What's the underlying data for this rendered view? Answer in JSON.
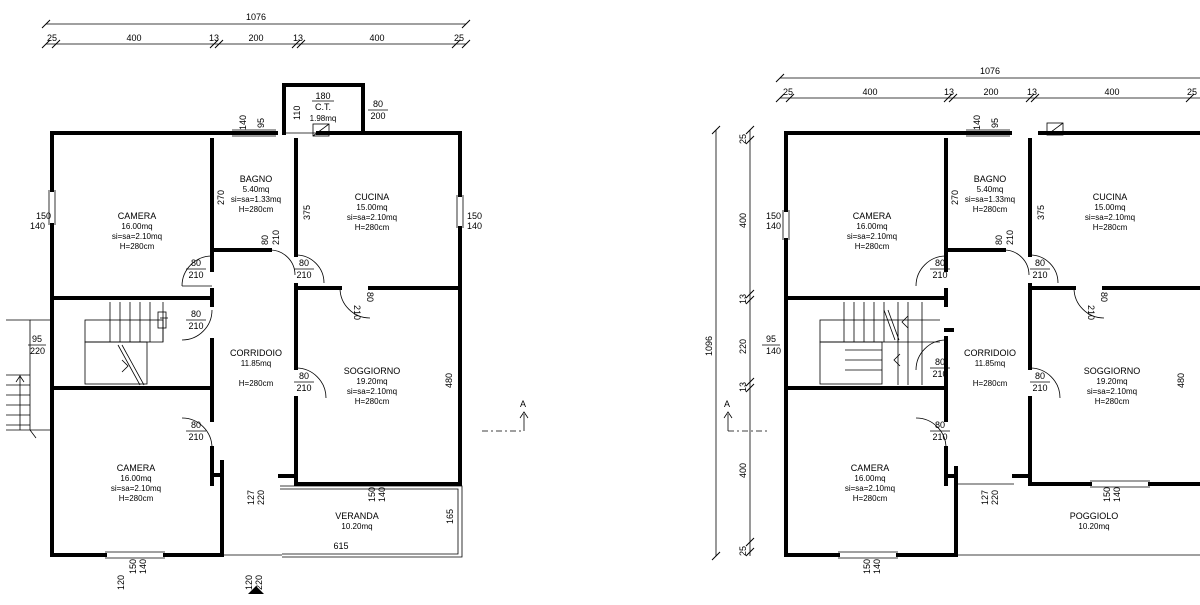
{
  "plans": [
    {
      "id": "ground",
      "top_dims": {
        "total": "1076",
        "segments": [
          "25",
          "400",
          "13",
          "200",
          "13",
          "400",
          "25"
        ]
      },
      "rooms": {
        "camera1": {
          "name": "CAMERA",
          "area": "16.00mq",
          "ratio": "si=sa=2.10mq",
          "height": "H=280cm"
        },
        "bagno": {
          "name": "BAGNO",
          "area": "5.40mq",
          "ratio": "si=sa=1.33mq",
          "height": "H=280cm"
        },
        "cucina": {
          "name": "CUCINA",
          "area": "15.00mq",
          "ratio": "si=sa=2.10mq",
          "height": "H=280cm"
        },
        "ct": {
          "name": "C.T.",
          "area": "1.98mq",
          "top": "180"
        },
        "corridoio": {
          "name": "CORRIDOIO",
          "area": "11.85mq",
          "height": "H=280cm"
        },
        "soggiorno": {
          "name": "SOGGIORNO",
          "area": "19.20mq",
          "ratio": "si=sa=2.10mq",
          "height": "H=280cm"
        },
        "camera2": {
          "name": "CAMERA",
          "area": "16.00mq",
          "ratio": "si=sa=2.10mq",
          "height": "H=280cm"
        },
        "veranda": {
          "name": "VERANDA",
          "area": "10.20mq",
          "length": "615",
          "depth": "165"
        }
      },
      "labels": {
        "win_150": "150",
        "win_140": "140",
        "door_80": "80",
        "door_210": "210",
        "ct_80": "80",
        "ct_200": "200",
        "ct_110": "110",
        "bagno_140": "140",
        "bagno_95": "95",
        "bagno_270": "270",
        "cucina_375": "375",
        "soggiorno_480": "480",
        "stair_95": "95",
        "stair_220": "220",
        "entry_127": "127",
        "entry_220": "220",
        "bottom_120": "120",
        "bottom_220": "220",
        "section": "A"
      }
    },
    {
      "id": "upper",
      "top_dims": {
        "total": "1076",
        "segments": [
          "25",
          "400",
          "13",
          "200",
          "13",
          "400",
          "25"
        ]
      },
      "left_dims": {
        "total": "1096",
        "segments": [
          "25",
          "400",
          "13",
          "220",
          "13",
          "400",
          "25"
        ]
      },
      "rooms": {
        "camera1": {
          "name": "CAMERA",
          "area": "16.00mq",
          "ratio": "si=sa=2.10mq",
          "height": "H=280cm"
        },
        "bagno": {
          "name": "BAGNO",
          "area": "5.40mq",
          "ratio": "si=sa=1.33mq",
          "height": "H=280cm"
        },
        "cucina": {
          "name": "CUCINA",
          "area": "15.00mq",
          "ratio": "si=sa=2.10mq",
          "height": "H=280cm"
        },
        "corridoio": {
          "name": "CORRIDOIO",
          "area": "11.85mq",
          "height": "H=280cm"
        },
        "soggiorno": {
          "name": "SOGGIORNO",
          "area": "19.20mq",
          "ratio": "si=sa=2.10mq",
          "height": "H=280cm"
        },
        "camera2": {
          "name": "CAMERA",
          "area": "16.00mq",
          "ratio": "si=sa=2.10mq",
          "height": "H=280cm"
        },
        "poggiolo": {
          "name": "POGGIOLO",
          "area": "10.20mq"
        }
      },
      "labels": {
        "win_150": "150",
        "win_140": "140",
        "door_80": "80",
        "door_210": "210",
        "bagno_140": "140",
        "bagno_95": "95",
        "bagno_270": "270",
        "cucina_375": "375",
        "soggiorno_480": "480",
        "stair_95": "95",
        "stair_140": "140",
        "entry_127": "127",
        "entry_220": "220",
        "section": "A"
      }
    }
  ]
}
